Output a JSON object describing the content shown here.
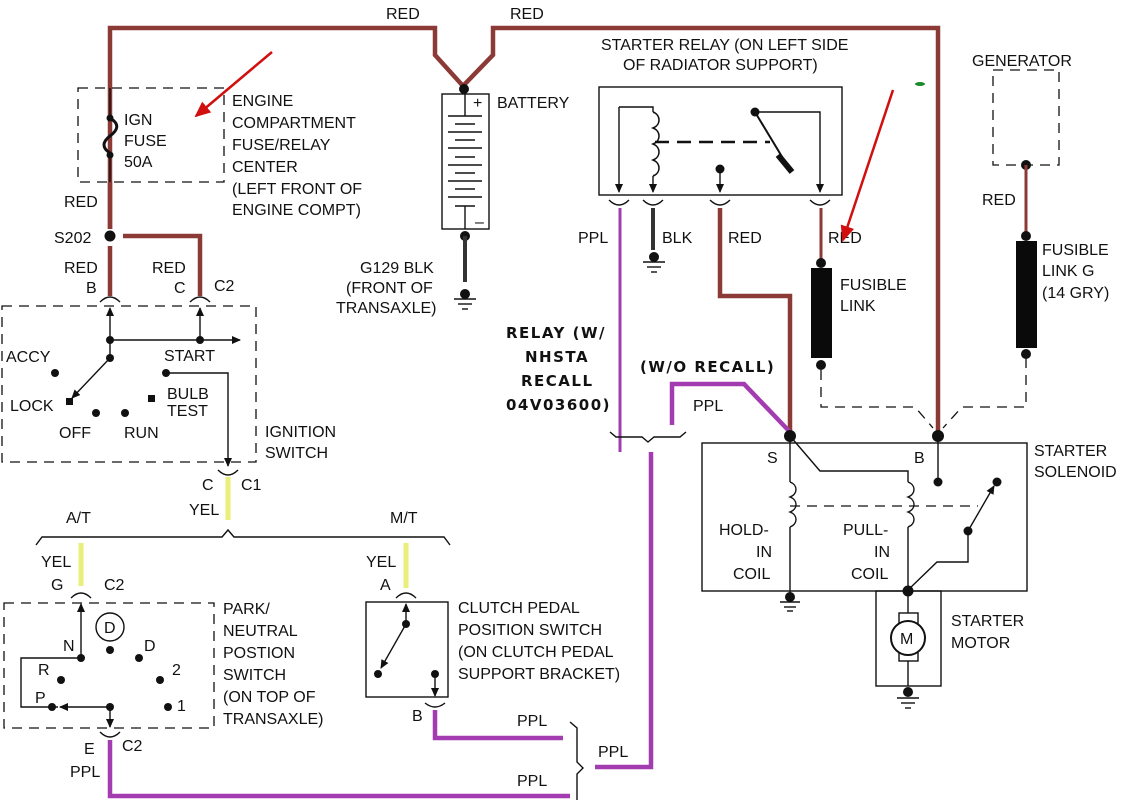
{
  "wire_colors": {
    "red": "#8b3a36",
    "ppl": "#a23cb0",
    "blk": "#333333",
    "yel": "#e9ef7a",
    "annotation_arrow": "#d10f0f"
  },
  "top_wires": {
    "left_red": "RED",
    "right_red": "RED"
  },
  "fuse_center": {
    "fuse_lines": [
      "IGN",
      "FUSE",
      "50A"
    ],
    "title_lines": [
      "ENGINE",
      "COMPARTMENT",
      "FUSE/RELAY",
      "CENTER",
      "(LEFT FRONT OF",
      "ENGINE COMPT)"
    ],
    "wire_out": "RED"
  },
  "splice": {
    "name": "S202",
    "wire_b": "RED",
    "wire_c": "RED",
    "pin_b": "B",
    "pin_c": "C",
    "connector": "C2"
  },
  "battery": {
    "label": "BATTERY",
    "plus": "+",
    "minus": "–",
    "ground_lines": [
      "G129 BLK",
      "(FRONT OF",
      "TRANSAXLE)"
    ]
  },
  "ignition_switch": {
    "positions": [
      "ACCY",
      "LOCK",
      "OFF",
      "RUN",
      "START"
    ],
    "bulb_test": [
      "BULB",
      "TEST"
    ],
    "title_lines": [
      "IGNITION",
      "SWITCH"
    ],
    "pin_out": "C",
    "connector_out": "C1",
    "wire_out": "YEL"
  },
  "branch": {
    "at": "A/T",
    "mt": "M/T"
  },
  "pn_switch": {
    "wire_in": "YEL",
    "pin_in": "G",
    "connector_in": "C2",
    "circle_label": "D",
    "positions": [
      "N",
      "D",
      "R",
      "2",
      "P",
      "1"
    ],
    "title_lines": [
      "PARK/",
      "NEUTRAL",
      "POSTION",
      "SWITCH",
      "(ON TOP OF",
      "TRANSAXLE)"
    ],
    "pin_out": "E",
    "connector_out": "C2",
    "wire_out": "PPL"
  },
  "clutch_switch": {
    "wire_in": "YEL",
    "pin_in": "A",
    "pin_out": "B",
    "title_lines": [
      "CLUTCH PEDAL",
      "POSITION SWITCH",
      "(ON CLUTCH PEDAL",
      "SUPPORT BRACKET)"
    ]
  },
  "merge": {
    "upper": "PPL",
    "lower": "PPL",
    "out": "PPL"
  },
  "starter_relay": {
    "title_lines": [
      "STARTER RELAY (ON LEFT SIDE",
      "OF RADIATOR SUPPORT)"
    ],
    "pins": [
      "PPL",
      "BLK",
      "RED",
      "RED"
    ]
  },
  "recall": {
    "with_lines": [
      "RELAY (W/",
      "NHSTA",
      "RECALL",
      "04V03600)"
    ],
    "without": "(W/O RECALL)",
    "without_wire": "PPL"
  },
  "fusible_link": {
    "lines": [
      "FUSIBLE",
      "LINK"
    ]
  },
  "generator": {
    "label": "GENERATOR",
    "wire": "RED",
    "link_lines": [
      "FUSIBLE",
      "LINK G",
      "(14 GRY)"
    ]
  },
  "solenoid": {
    "terminal_s": "S",
    "terminal_b": "B",
    "title_lines": [
      "STARTER",
      "SOLENOID"
    ],
    "hold_lines": [
      "HOLD-",
      "IN",
      "COIL"
    ],
    "pull_lines": [
      "PULL-",
      "IN",
      "COIL"
    ]
  },
  "motor": {
    "symbol": "M",
    "title_lines": [
      "STARTER",
      "MOTOR"
    ]
  }
}
